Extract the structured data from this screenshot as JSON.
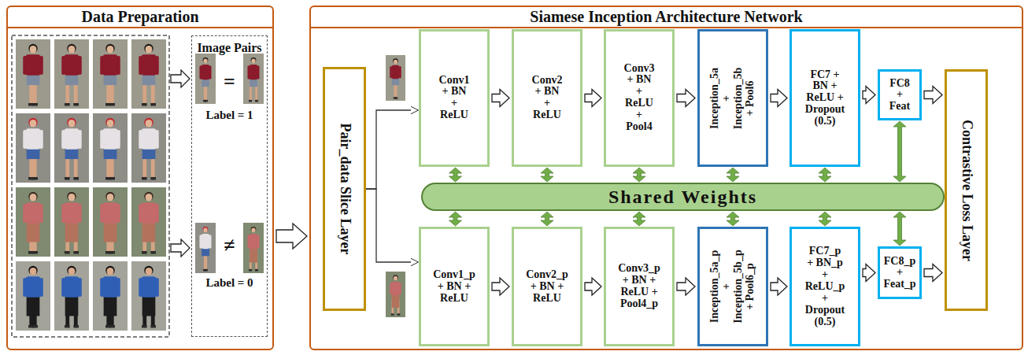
{
  "diagram": {
    "nodes": [
      {
        "text": [
          "Data Preparation"
        ]
      },
      {
        "text": [
          "Image Pairs",
          "=",
          "Label = 1",
          "≠",
          "Label = 0"
        ],
        "in": 0
      },
      {
        "text": [
          "Siamese Inception Architecture Network"
        ]
      },
      {
        "text": [
          "Pair_data Slice Layer"
        ],
        "in": 2
      },
      {
        "text": [
          "Conv1 + BN + ReLU"
        ],
        "in": 2
      },
      {
        "text": [
          "Conv2 + BN + ReLU"
        ],
        "in": 2
      },
      {
        "text": [
          "Conv3 + BN + ReLU + Pool4"
        ],
        "in": 2
      },
      {
        "text": [
          "Inception_5a + Inception_5b + Pool6"
        ],
        "in": 2
      },
      {
        "text": [
          "FC7 + BN + ReLU + Dropout (0.5)"
        ],
        "in": 2
      },
      {
        "text": [
          "FC8 + Feat"
        ],
        "in": 2
      },
      {
        "text": [
          "Shared Weights"
        ],
        "in": 2
      },
      {
        "text": [
          "Conv1_p + BN + ReLU"
        ],
        "in": 2
      },
      {
        "text": [
          "Conv2_p + BN + ReLU"
        ],
        "in": 2
      },
      {
        "text": [
          "Conv3_p + BN + ReLU + Pool4_p"
        ],
        "in": 2
      },
      {
        "text": [
          "Inception_5a_p + Inception_5b_p + Pool6_p"
        ],
        "in": 2
      },
      {
        "text": [
          "FC7_p + BN_p + ReLU_p + Dropout (0.5)"
        ],
        "in": 2
      },
      {
        "text": [
          "FC8_p + Feat_p"
        ],
        "in": 2
      },
      {
        "text": [
          "Contrastive Loss Layer"
        ],
        "in": 2
      }
    ],
    "edges": [
      {
        "from": 0,
        "to": 2,
        "arrow": "to"
      },
      {
        "from": 3,
        "to": 4,
        "arrow": "to"
      },
      {
        "from": 3,
        "to": 11,
        "arrow": "to"
      },
      {
        "from": 4,
        "to": 5,
        "arrow": "to"
      },
      {
        "from": 5,
        "to": 6,
        "arrow": "to"
      },
      {
        "from": 6,
        "to": 7,
        "arrow": "to"
      },
      {
        "from": 7,
        "to": 8,
        "arrow": "to"
      },
      {
        "from": 8,
        "to": 9,
        "arrow": "to"
      },
      {
        "from": 9,
        "to": 17,
        "arrow": "to"
      },
      {
        "from": 11,
        "to": 12,
        "arrow": "to"
      },
      {
        "from": 12,
        "to": 13,
        "arrow": "to"
      },
      {
        "from": 13,
        "to": 14,
        "arrow": "to"
      },
      {
        "from": 14,
        "to": 15,
        "arrow": "to"
      },
      {
        "from": 15,
        "to": 16,
        "arrow": "to"
      },
      {
        "from": 16,
        "to": 17,
        "arrow": "to"
      },
      {
        "from": 4,
        "to": 10,
        "arrow": "both"
      },
      {
        "from": 5,
        "to": 10,
        "arrow": "both"
      },
      {
        "from": 6,
        "to": 10,
        "arrow": "both"
      },
      {
        "from": 7,
        "to": 10,
        "arrow": "both"
      },
      {
        "from": 8,
        "to": 10,
        "arrow": "both"
      },
      {
        "from": 9,
        "to": 10,
        "arrow": "both"
      },
      {
        "from": 10,
        "to": 11,
        "arrow": "both"
      },
      {
        "from": 10,
        "to": 12,
        "arrow": "both"
      },
      {
        "from": 10,
        "to": 13,
        "arrow": "both"
      },
      {
        "from": 10,
        "to": 14,
        "arrow": "both"
      },
      {
        "from": 10,
        "to": 15,
        "arrow": "both"
      },
      {
        "from": 10,
        "to": 16,
        "arrow": "both"
      }
    ]
  }
}
